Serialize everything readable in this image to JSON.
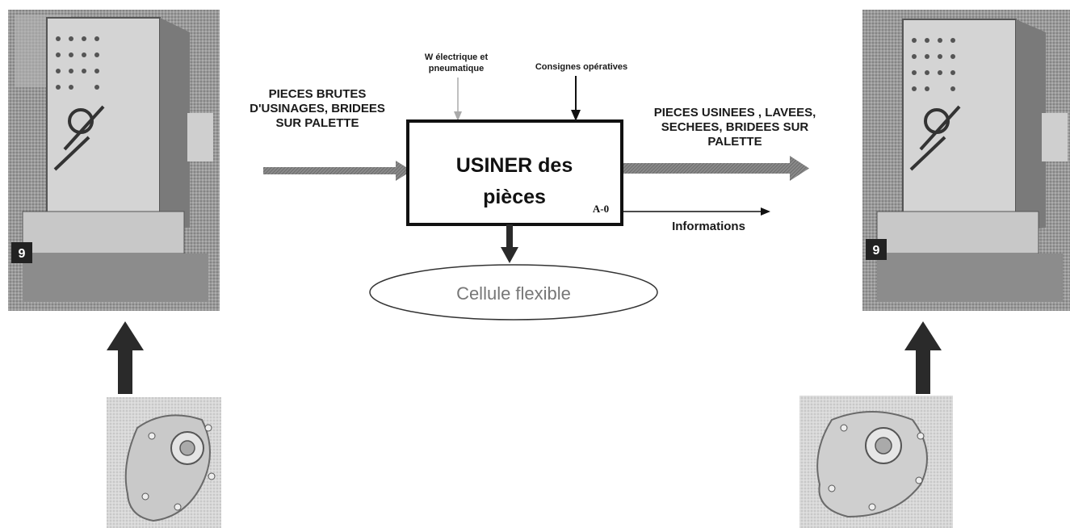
{
  "diagram": {
    "box": {
      "title_line1": "USINER des",
      "title_line2": "pièces",
      "code": "A-0"
    },
    "input_label": [
      "PIECES BRUTES",
      "D'USINAGES, BRIDEES",
      "SUR PALETTE"
    ],
    "output_label": [
      "PIECES USINEES , LAVEES,",
      "SECHEES, BRIDEES SUR",
      "PALETTE"
    ],
    "control_energy": [
      "W électrique et",
      "pneumatique"
    ],
    "control_instructions": "Consignes opératives",
    "output_info": "Informations",
    "mechanism": "Cellule flexible",
    "pallet_number_left": "9",
    "pallet_number_right": "9"
  }
}
